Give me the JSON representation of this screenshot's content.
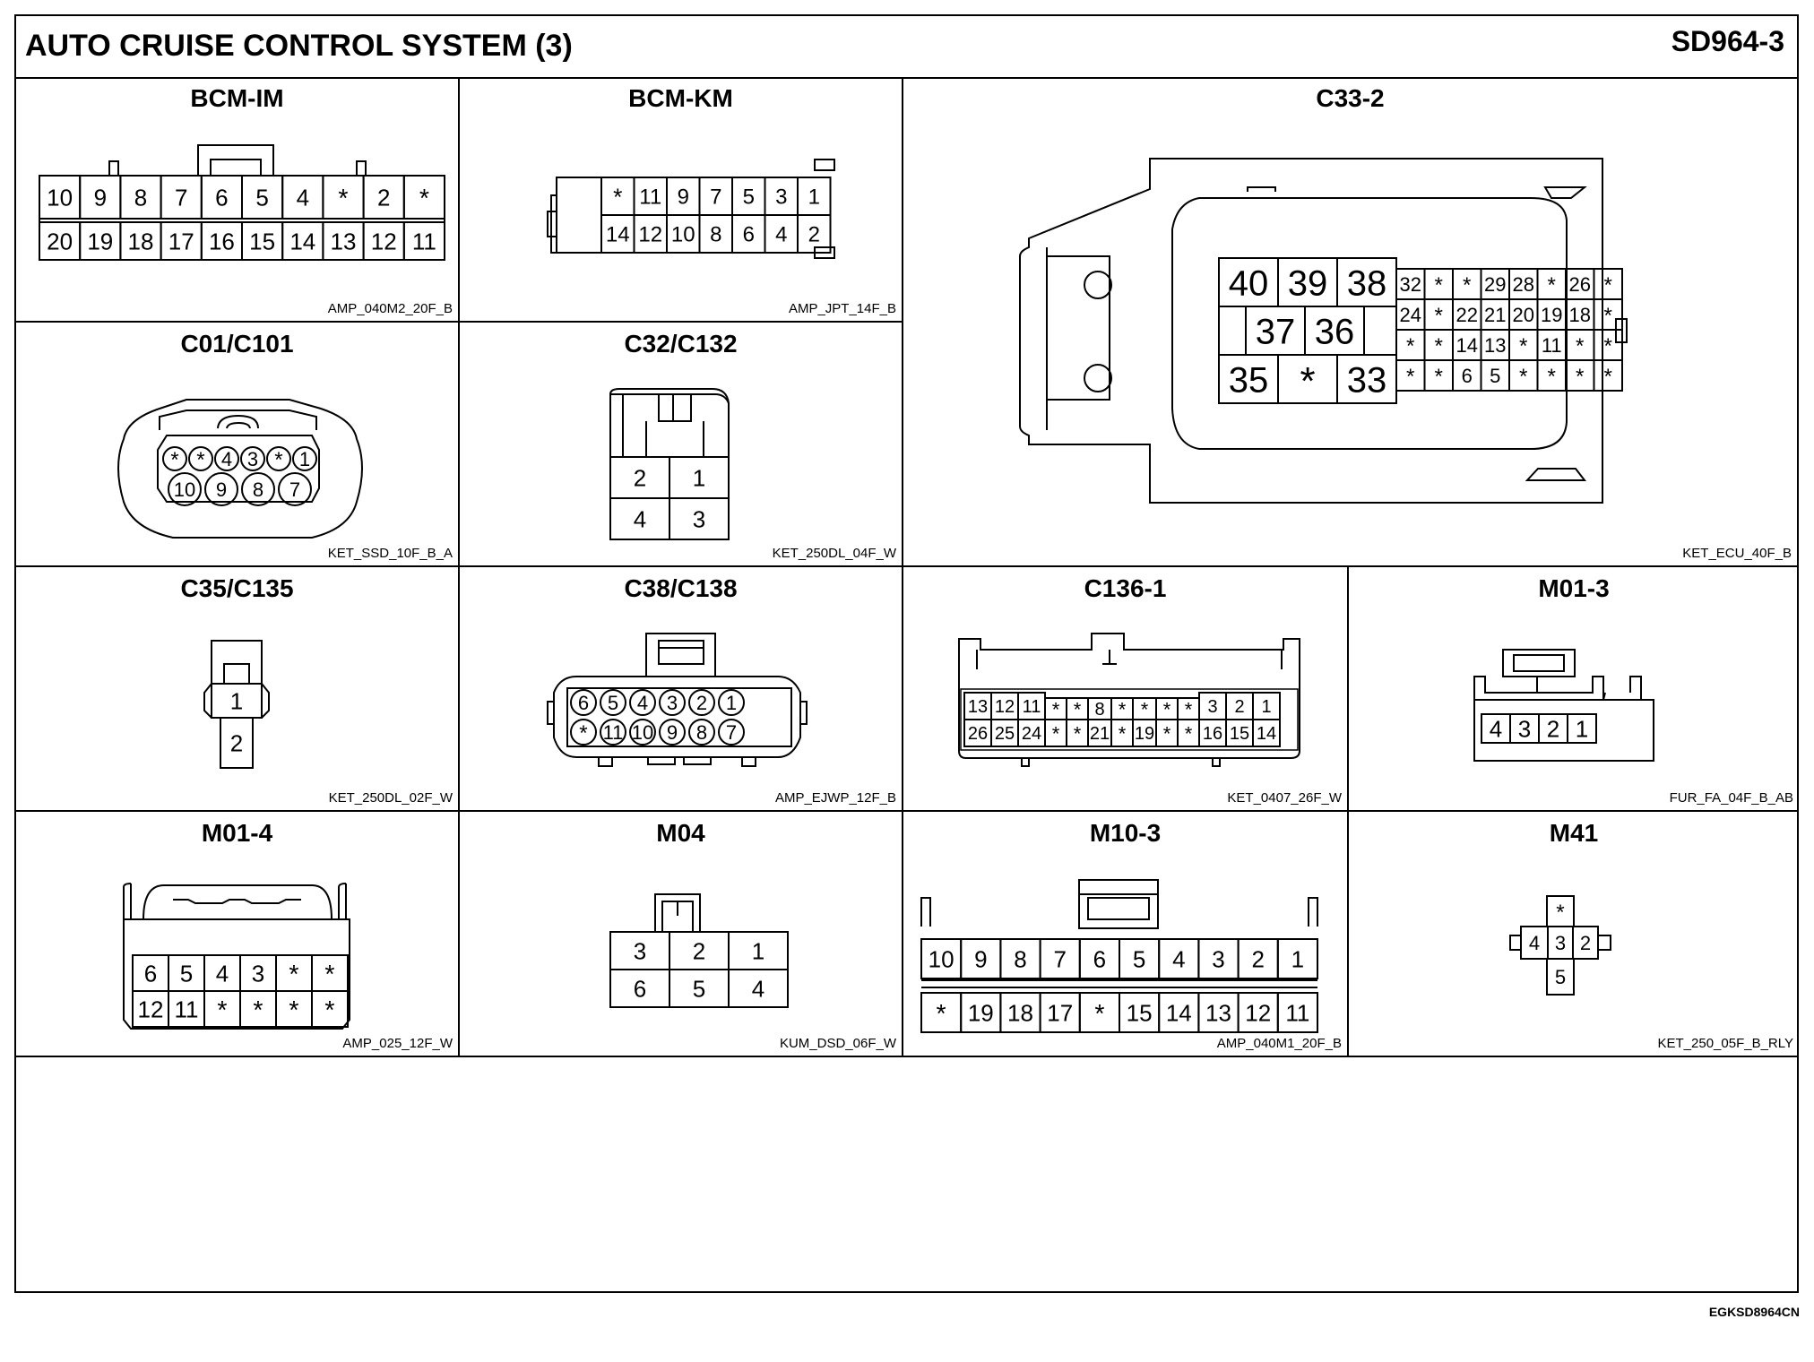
{
  "header": {
    "title": "AUTO CRUISE CONTROL SYSTEM (3)",
    "page_code": "SD964-3"
  },
  "footer": {
    "doc_code": "EGKSD8964CN"
  },
  "connectors": {
    "bcm_im": {
      "name": "BCM-IM",
      "code": "AMP_040M2_20F_B",
      "rows": [
        [
          "10",
          "9",
          "8",
          "7",
          "6",
          "5",
          "4",
          "*",
          "2",
          "*"
        ],
        [
          "20",
          "19",
          "18",
          "17",
          "16",
          "15",
          "14",
          "13",
          "12",
          "11"
        ]
      ]
    },
    "bcm_km": {
      "name": "BCM-KM",
      "code": "AMP_JPT_14F_B",
      "rows": [
        [
          "*",
          "11",
          "9",
          "7",
          "5",
          "3",
          "1"
        ],
        [
          "14",
          "12",
          "10",
          "8",
          "6",
          "4",
          "2"
        ]
      ]
    },
    "c33_2": {
      "name": "C33-2",
      "code": "KET_ECU_40F_B",
      "big_rows": [
        [
          "40",
          "39",
          "38"
        ],
        [
          "37",
          "36"
        ],
        [
          "35",
          "*",
          "33"
        ]
      ],
      "small_rows": [
        [
          "32",
          "*",
          "*",
          "29",
          "28",
          "*",
          "26",
          "*"
        ],
        [
          "24",
          "*",
          "22",
          "21",
          "20",
          "19",
          "18",
          "*"
        ],
        [
          "*",
          "*",
          "14",
          "13",
          "*",
          "11",
          "*",
          "*"
        ],
        [
          "*",
          "*",
          "6",
          "5",
          "*",
          "*",
          "*",
          "*"
        ]
      ]
    },
    "c01_c101": {
      "name": "C01/C101",
      "code": "KET_SSD_10F_B_A",
      "rows": [
        [
          "*",
          "*",
          "4",
          "3",
          "*",
          "1"
        ],
        [
          "10",
          "9",
          "8",
          "7"
        ]
      ]
    },
    "c32_c132": {
      "name": "C32/C132",
      "code": "KET_250DL_04F_W",
      "rows": [
        [
          "2",
          "1"
        ],
        [
          "4",
          "3"
        ]
      ]
    },
    "c35_c135": {
      "name": "C35/C135",
      "code": "KET_250DL_02F_W",
      "rows": [
        [
          "1"
        ],
        [
          "2"
        ]
      ]
    },
    "c38_c138": {
      "name": "C38/C138",
      "code": "AMP_EJWP_12F_B",
      "rows": [
        [
          "6",
          "5",
          "4",
          "3",
          "2",
          "1"
        ],
        [
          "*",
          "11",
          "10",
          "9",
          "8",
          "7"
        ]
      ]
    },
    "c136_1": {
      "name": "C136-1",
      "code": "KET_0407_26F_W",
      "rows": [
        [
          "13",
          "12",
          "11",
          "*",
          "*",
          "8",
          "*",
          "*",
          "*",
          "*",
          "3",
          "2",
          "1"
        ],
        [
          "26",
          "25",
          "24",
          "*",
          "*",
          "21",
          "*",
          "19",
          "*",
          "*",
          "16",
          "15",
          "14"
        ]
      ]
    },
    "m01_3": {
      "name": "M01-3",
      "code": "FUR_FA_04F_B_AB",
      "rows": [
        [
          "4",
          "3",
          "2",
          "1"
        ]
      ]
    },
    "m01_4": {
      "name": "M01-4",
      "code": "AMP_025_12F_W",
      "rows": [
        [
          "6",
          "5",
          "4",
          "3",
          "*",
          "*"
        ],
        [
          "12",
          "11",
          "*",
          "*",
          "*",
          "*"
        ]
      ]
    },
    "m04": {
      "name": "M04",
      "code": "KUM_DSD_06F_W",
      "rows": [
        [
          "3",
          "2",
          "1"
        ],
        [
          "6",
          "5",
          "4"
        ]
      ]
    },
    "m10_3": {
      "name": "M10-3",
      "code": "AMP_040M1_20F_B",
      "rows": [
        [
          "10",
          "9",
          "8",
          "7",
          "6",
          "5",
          "4",
          "3",
          "2",
          "1"
        ],
        [
          "*",
          "19",
          "18",
          "17",
          "*",
          "15",
          "14",
          "13",
          "12",
          "11"
        ]
      ]
    },
    "m41": {
      "name": "M41",
      "code": "KET_250_05F_B_RLY",
      "pins": [
        "*",
        "4",
        "3",
        "2",
        "5"
      ]
    }
  }
}
